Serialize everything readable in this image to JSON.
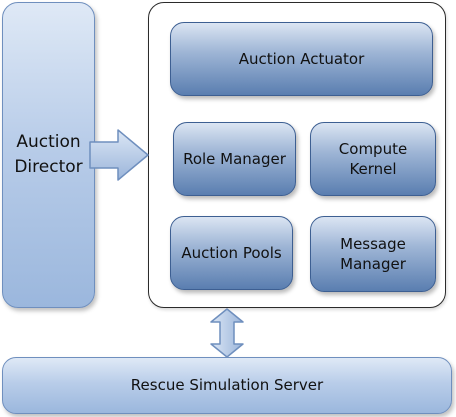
{
  "director": {
    "label": "Auction\nDirector"
  },
  "components": {
    "actuator": "Auction Actuator",
    "role_manager": "Role Manager",
    "compute_kernel": "Compute\nKernel",
    "auction_pools": "Auction Pools",
    "message_manager": "Message\nManager"
  },
  "server": {
    "label": "Rescue Simulation Server"
  },
  "colors": {
    "light_fill": "#b9cde9",
    "dark_fill": "#5a7eb0",
    "border": "#3d5f92"
  }
}
